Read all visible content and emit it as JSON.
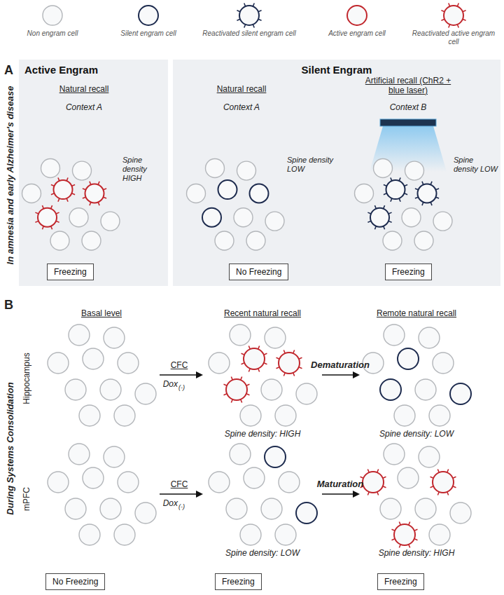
{
  "diagram": {
    "nodes": [
      {
        "text": [
          "Active Engram"
        ]
      },
      {
        "text": [
          "Silent Engram"
        ]
      },
      {
        "text": [
          "Freezing"
        ],
        "in": 0
      },
      {
        "text": [
          "No Freezing"
        ],
        "in": 1
      },
      {
        "text": [
          "Freezing"
        ],
        "in": 1
      },
      {
        "text": [
          "No Freezing"
        ]
      },
      {
        "text": [
          "Freezing"
        ]
      },
      {
        "text": [
          "Freezing"
        ]
      }
    ],
    "labels": [
      "A",
      "In amnesia and early Alzheimer's disease",
      "Natural recall",
      "Context A",
      "Spine density HIGH",
      "Natural recall",
      "Context A",
      "Spine density LOW",
      "Artificial recall (ChR2 + blue laser)",
      "Context B",
      "Spine density LOW",
      "B",
      "During Systems Consolidation",
      "Basal level",
      "Recent natural recall",
      "Remote natural recall",
      "Hippocampus",
      "mPFC",
      "CFC",
      "Dox",
      "(-)",
      "Dematuration",
      "Spine density: HIGH",
      "Spine density: LOW",
      "CFC",
      "Dox",
      "(-)",
      "Maturation",
      "Spine density: LOW",
      "Spine density: HIGH"
    ],
    "legend": [
      {
        "text": "Non engram cell"
      },
      {
        "text": "Silent engram cell"
      },
      {
        "text": "Reactivated silent engram cell"
      },
      {
        "text": "Active engram cell"
      },
      {
        "text": "Reactivated active engram cell"
      }
    ]
  }
}
